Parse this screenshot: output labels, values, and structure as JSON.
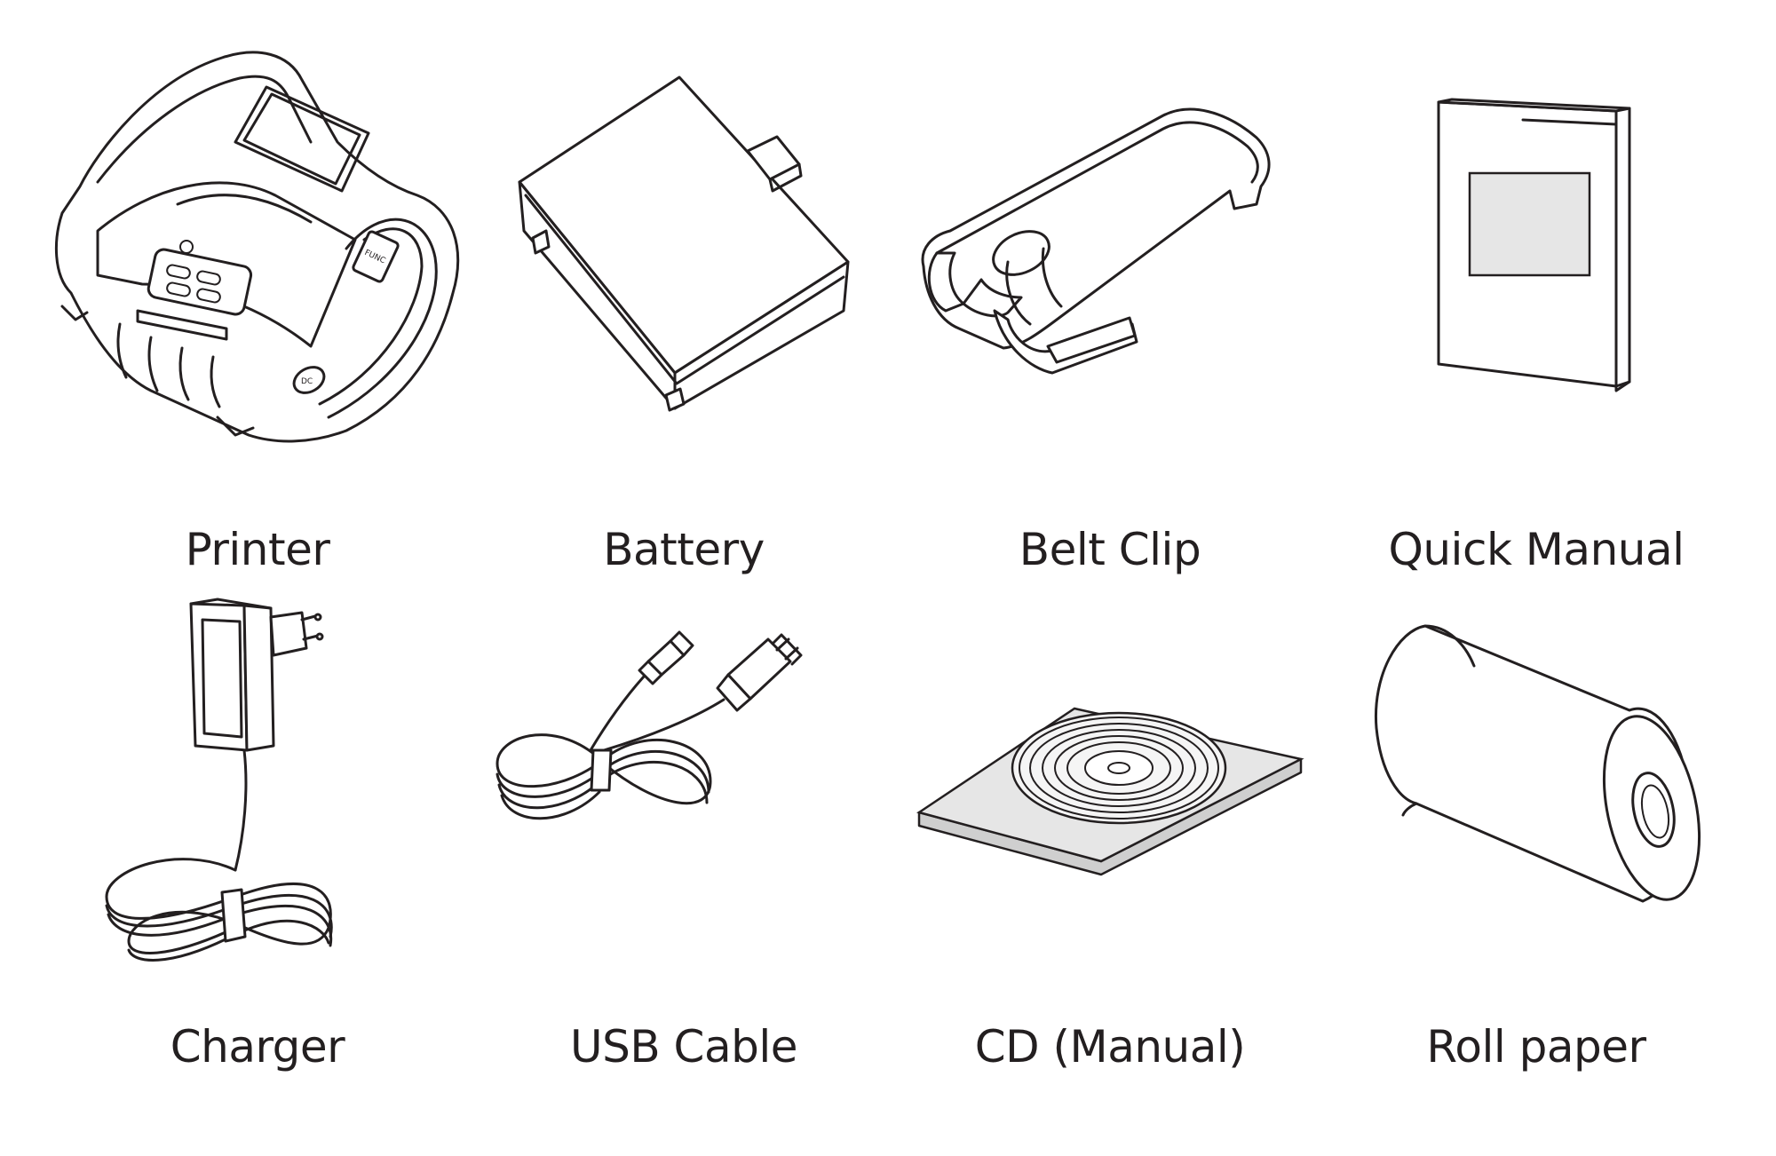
{
  "items": [
    {
      "label": "Printer",
      "icon": "printer-icon"
    },
    {
      "label": "Battery",
      "icon": "battery-icon"
    },
    {
      "label": "Belt Clip",
      "icon": "belt-clip-icon"
    },
    {
      "label": "Quick Manual",
      "icon": "quick-manual-icon"
    },
    {
      "label": "Charger",
      "icon": "charger-icon"
    },
    {
      "label": "USB Cable",
      "icon": "usb-cable-icon"
    },
    {
      "label": "CD (Manual)",
      "icon": "cd-icon"
    },
    {
      "label": "Roll paper",
      "icon": "roll-paper-icon"
    }
  ],
  "printer_button_text": "FUNC",
  "printer_port_text": "DC",
  "colors": {
    "line": "#231f20",
    "background": "#ffffff"
  }
}
